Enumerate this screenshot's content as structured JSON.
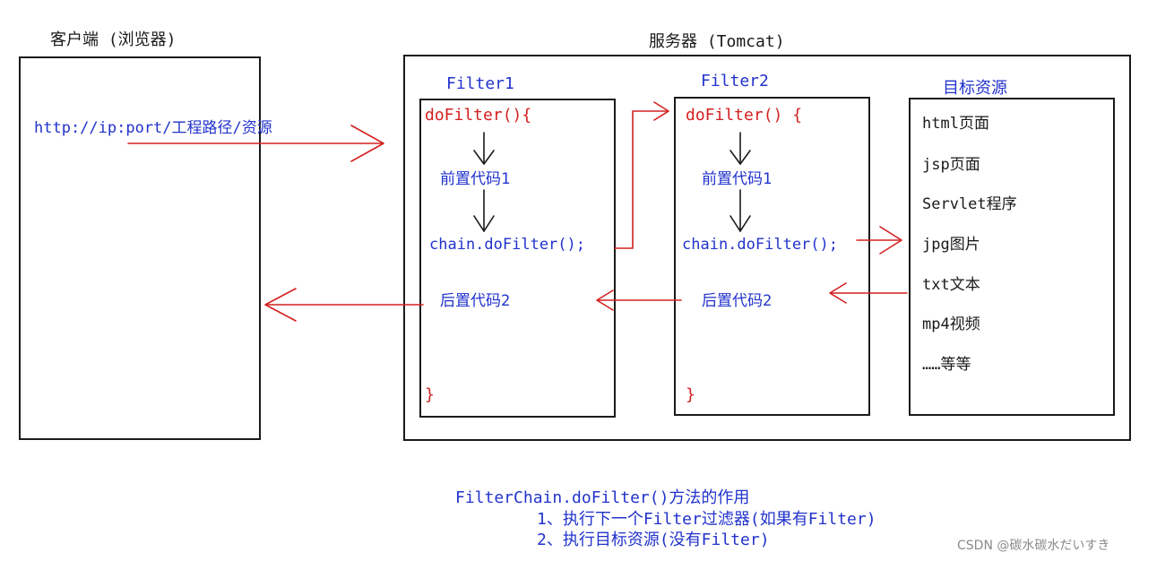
{
  "client": {
    "title": "客户端 (浏览器)",
    "url": "http://ip:port/工程路径/资源"
  },
  "server": {
    "title": "服务器   (Tomcat)"
  },
  "filter1": {
    "title": "Filter1",
    "open": "doFilter(){",
    "pre": "前置代码1",
    "chain": "chain.doFilter();",
    "post": "后置代码2",
    "close": "}"
  },
  "filter2": {
    "title": "Filter2",
    "open": "doFilter() {",
    "pre": "前置代码1",
    "chain": "chain.doFilter();",
    "post": "后置代码2",
    "close": "}"
  },
  "target": {
    "title": "目标资源",
    "items": [
      "html页面",
      "jsp页面",
      "Servlet程序",
      "jpg图片",
      "txt文本",
      "mp4视频",
      "……等等"
    ]
  },
  "notes": {
    "heading": "FilterChain.doFilter()方法的作用",
    "line1": "1、执行下一个Filter过滤器(如果有Filter)",
    "line2": "2、执行目标资源(没有Filter)"
  },
  "watermark": "CSDN @碳水碳水だいすき",
  "colors": {
    "arrow_red": "#d42020",
    "text_blue": "#2233cc",
    "border": "#1a1a1a"
  }
}
